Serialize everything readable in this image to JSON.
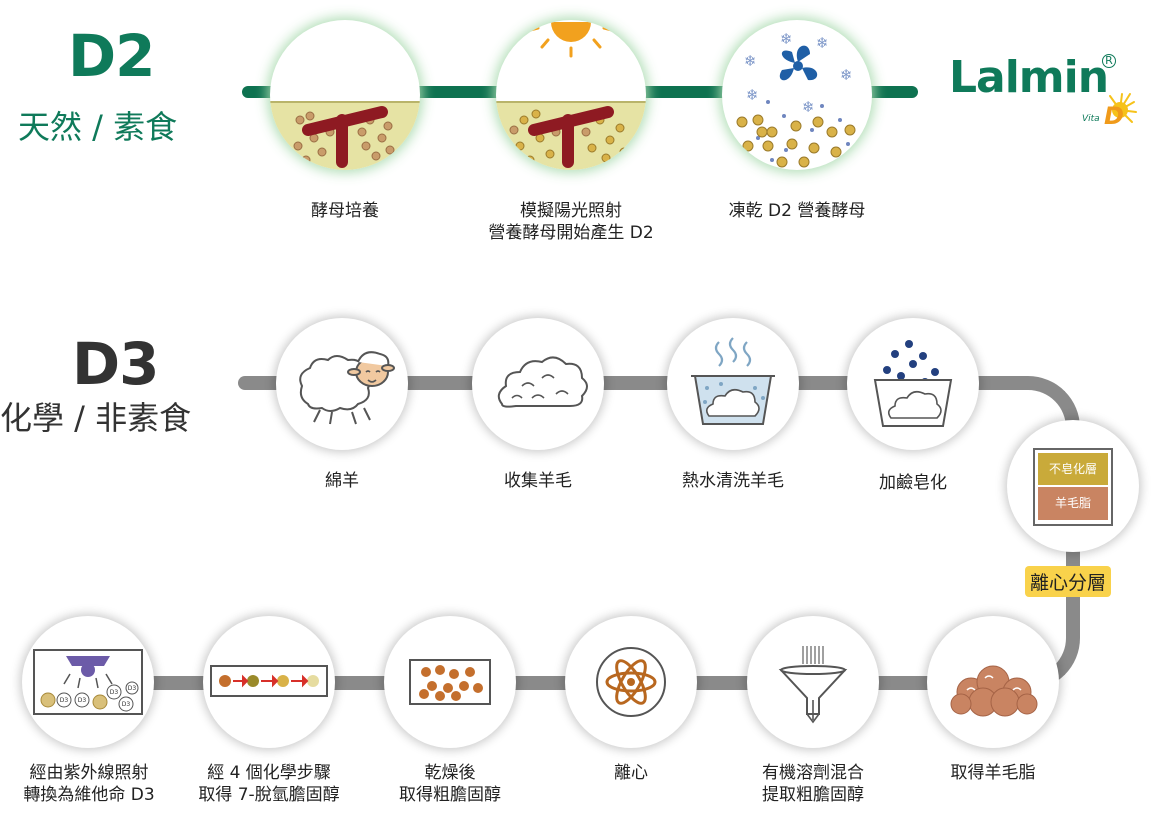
{
  "d2": {
    "title": "D2",
    "subtitle": "天然 / 素食",
    "steps": [
      {
        "label_line1": "酵母培養",
        "label_line2": ""
      },
      {
        "label_line1": "模擬陽光照射",
        "label_line2": "營養酵母開始產生 D2"
      },
      {
        "label_line1": "凍乾 D2 營養酵母",
        "label_line2": ""
      }
    ]
  },
  "logo": {
    "brand": "Lalmin",
    "registered": "R",
    "sub": "Vita",
    "sub_letter": "D"
  },
  "d3": {
    "title": "D3",
    "subtitle": "化學 / 非素食",
    "steps": [
      {
        "label_line1": "綿羊",
        "label_line2": ""
      },
      {
        "label_line1": "收集羊毛",
        "label_line2": ""
      },
      {
        "label_line1": "熱水清洗羊毛",
        "label_line2": ""
      },
      {
        "label_line1": "加鹼皂化",
        "label_line2": ""
      },
      {
        "label_line1": "",
        "label_line2": "",
        "layer_top": "不皂化層",
        "layer_bottom": "羊毛脂"
      },
      {
        "label_line1": "取得羊毛脂",
        "label_line2": ""
      },
      {
        "label_line1": "有機溶劑混合",
        "label_line2": "提取粗膽固醇"
      },
      {
        "label_line1": "離心",
        "label_line2": ""
      },
      {
        "label_line1": "乾燥後",
        "label_line2": "取得粗膽固醇"
      },
      {
        "label_line1": "經 4 個化學步驟",
        "label_line2": "取得 7-脫氫膽固醇"
      },
      {
        "label_line1": "經由紫外線照射",
        "label_line2": "轉換為維他命 D3",
        "d3_badge": "D3"
      }
    ],
    "centrifuge_tag": "離心分層"
  },
  "colors": {
    "d2_green": "#0f7a5a",
    "d3_grey": "#8a8a8a",
    "yeast_medium": "#e6e3a4",
    "yeast_cell": "#c99c6a",
    "tree_red": "#8e1a22",
    "sun": "#f2a11e",
    "fan_blue": "#1f5fa6",
    "tag_yellow": "#f9d24b",
    "lanolin_brown": "#c98462"
  },
  "icons": [
    "yeast-culture-icon",
    "sunlight-yeast-icon",
    "freeze-dry-icon",
    "sheep-icon",
    "wool-icon",
    "hot-water-wash-icon",
    "alkali-saponification-icon",
    "layered-separation-icon",
    "lanolin-icon",
    "solvent-funnel-icon",
    "centrifuge-atom-icon",
    "dried-cholesterol-icon",
    "chemical-steps-icon",
    "uv-lamp-icon"
  ]
}
